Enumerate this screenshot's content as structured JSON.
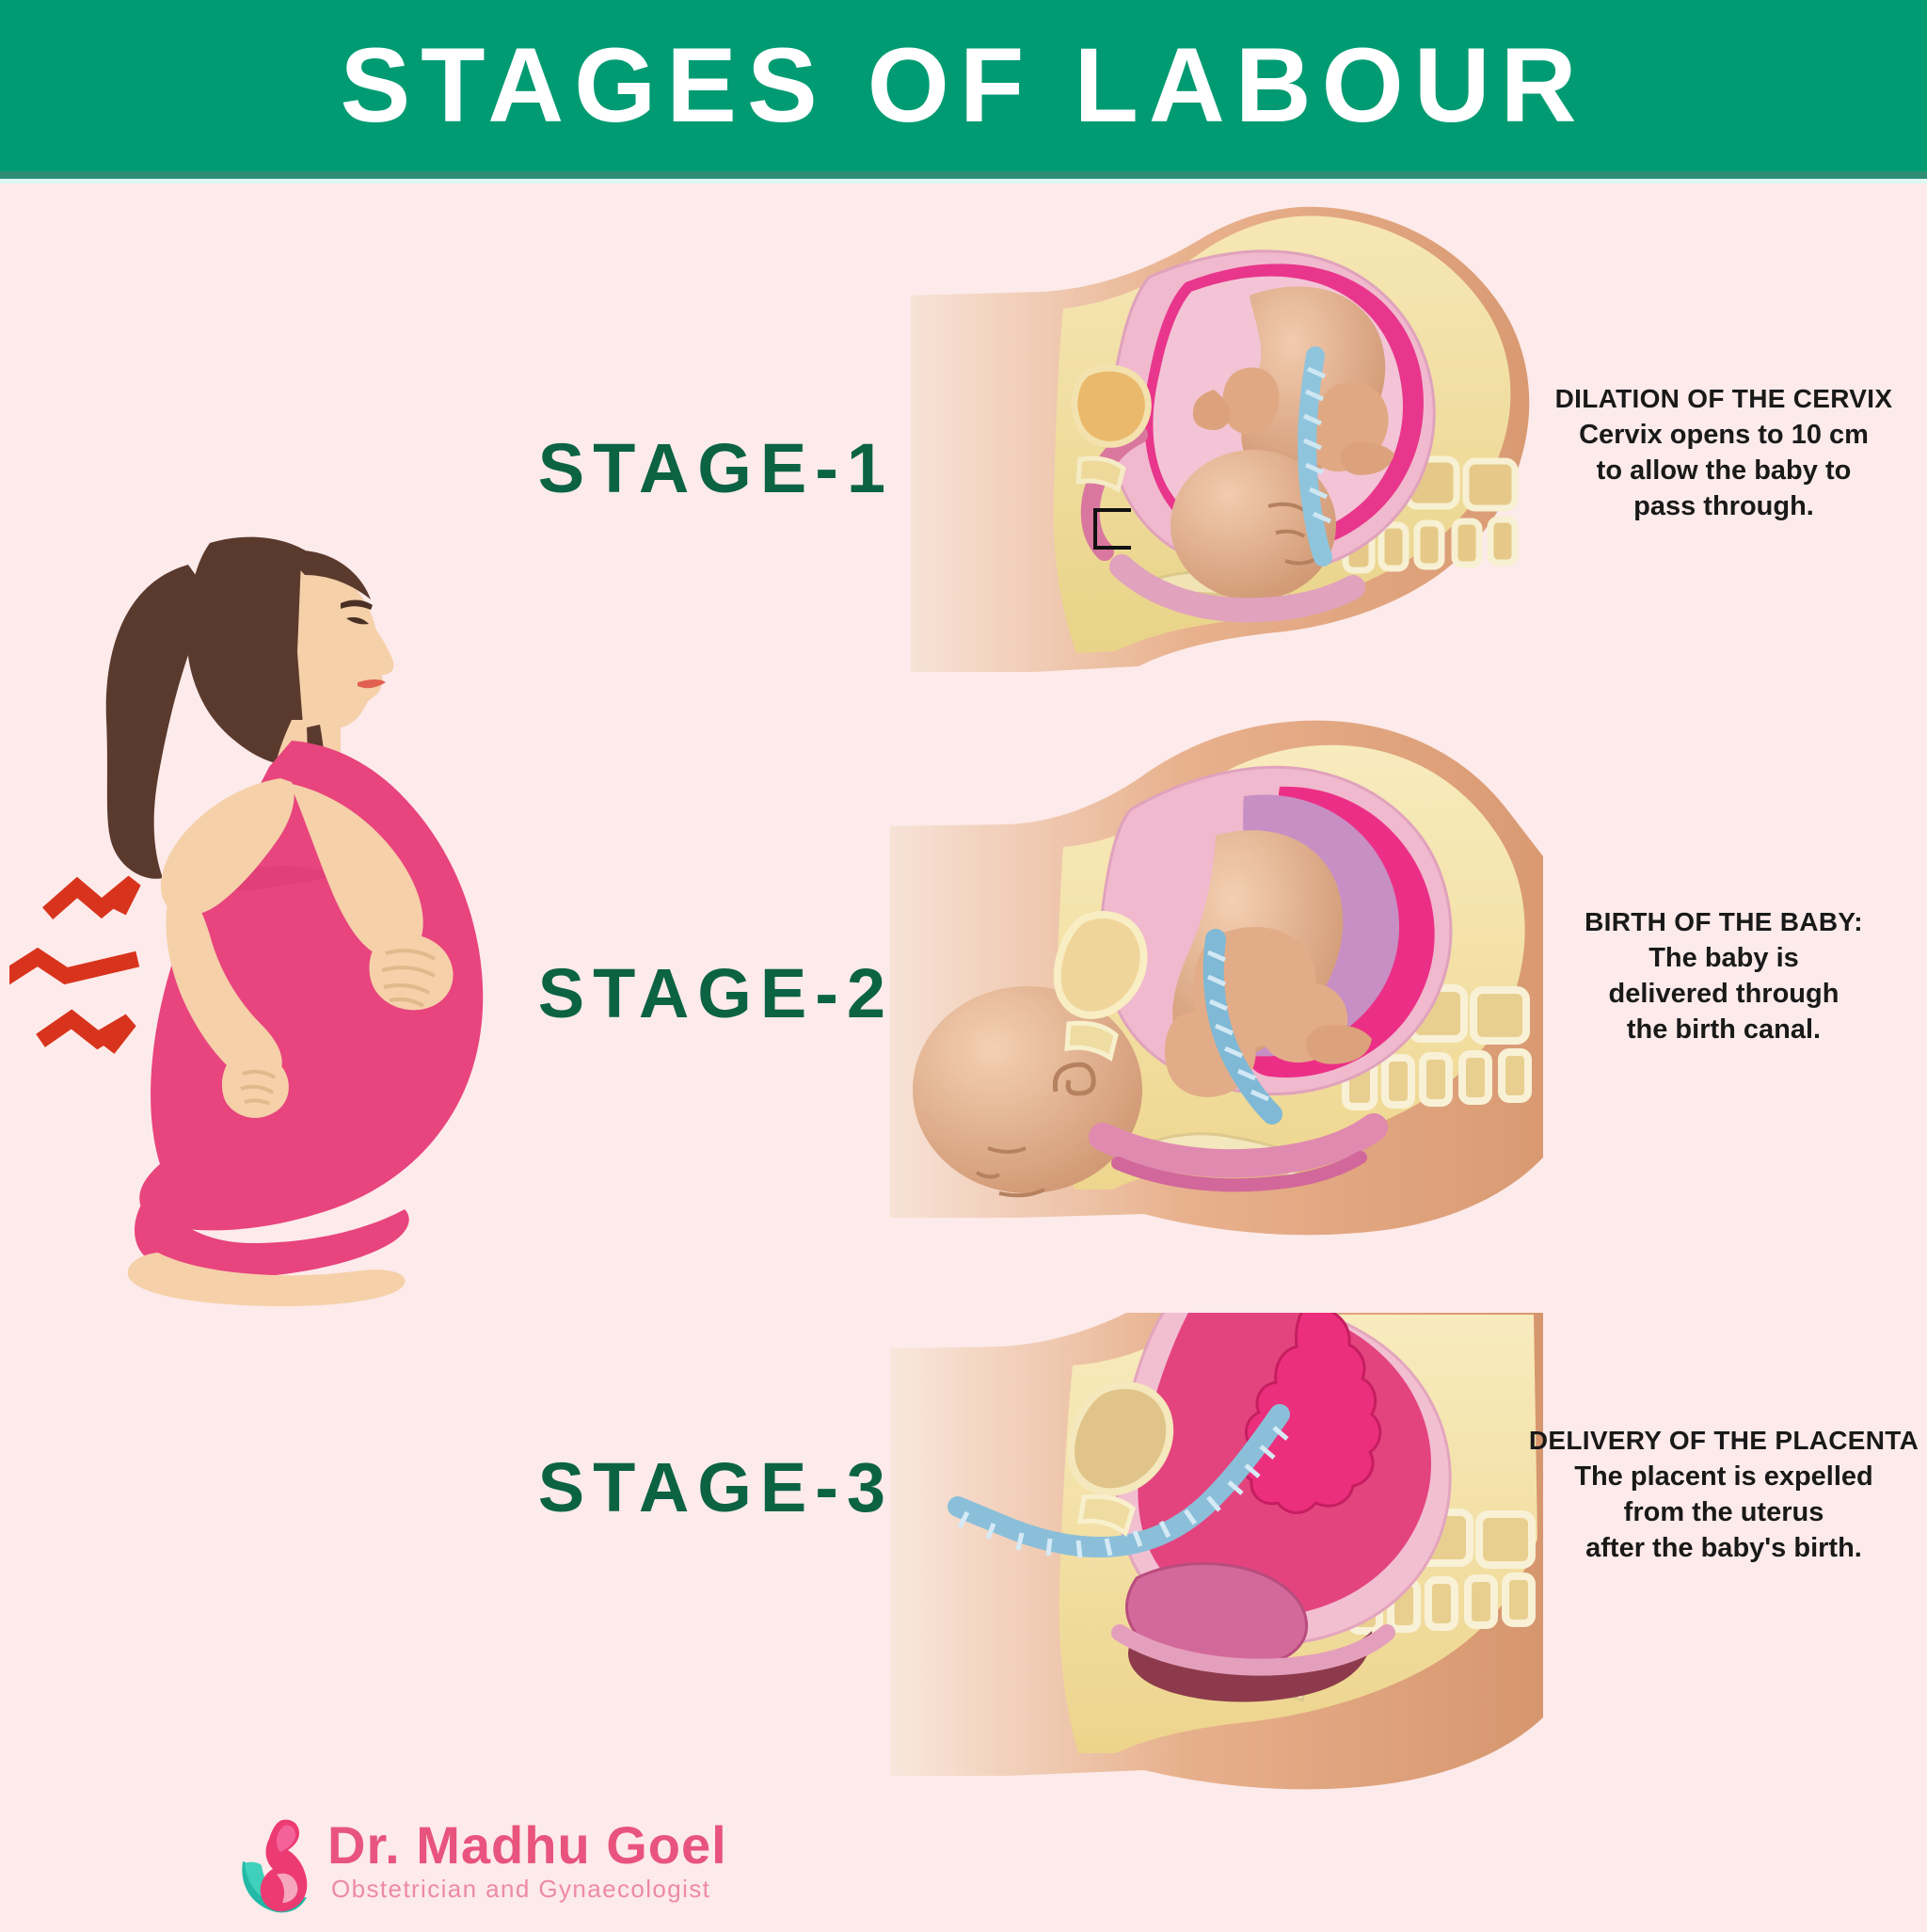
{
  "header": {
    "title": "STAGES OF LABOUR",
    "band_color": "#019B73",
    "title_color": "#ffffff"
  },
  "page": {
    "background_color": "#fdeaea",
    "accent_green": "#0b6344",
    "accent_pink": "#e8547d",
    "pain_red": "#d8341d"
  },
  "stages": [
    {
      "label": "STAGE-1",
      "caption_title": "DILATION OF THE CERVIX",
      "caption_lines": [
        "Cervix opens to 10 cm",
        "to allow the baby to",
        "pass through."
      ],
      "illustration_name": "uterus-cross-section-dilation"
    },
    {
      "label": "STAGE-2",
      "caption_title": "BIRTH OF THE BABY:",
      "caption_lines": [
        "The baby is",
        "delivered through",
        "the birth canal."
      ],
      "illustration_name": "uterus-cross-section-crowning"
    },
    {
      "label": "STAGE-3",
      "caption_title": "DELIVERY OF THE PLACENTA",
      "caption_lines": [
        "The placent is expelled",
        "from the uterus",
        "after the baby's birth."
      ],
      "illustration_name": "uterus-cross-section-placenta"
    }
  ],
  "woman_illustration": {
    "name": "pregnant-woman-kneeling-with-back-pain",
    "dress_color": "#e8447e",
    "skin_color": "#f5d0a9",
    "hair_color": "#5b3a2e",
    "pain_marks": 3
  },
  "logo": {
    "name": "Dr. Madhu Goel",
    "subtitle": "Obstetrician and Gynaecologist",
    "mark_name": "pregnant-woman-leaf-logo",
    "mark_pink": "#ec3a72",
    "mark_teal": "#22b9a6"
  }
}
